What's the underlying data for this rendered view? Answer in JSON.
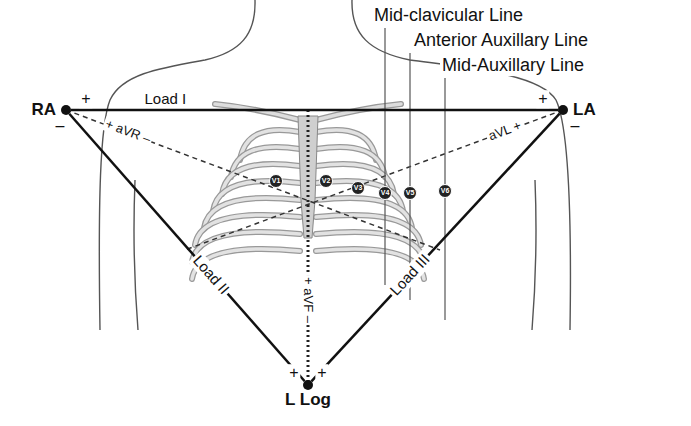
{
  "diagram": {
    "nodes": [
      {
        "text": [
          "RA"
        ]
      },
      {
        "text": [
          "LA"
        ]
      },
      {
        "text": [
          "L Log"
        ]
      },
      {
        "text": [
          "V1"
        ]
      },
      {
        "text": [
          "V2"
        ]
      },
      {
        "text": [
          "V3"
        ]
      },
      {
        "text": [
          "V4"
        ]
      },
      {
        "text": [
          "V5"
        ]
      },
      {
        "text": [
          "V6"
        ]
      }
    ],
    "edges": [
      {
        "from": 0,
        "to": 1,
        "arrow": "none",
        "label": "Load I"
      },
      {
        "from": 0,
        "to": 2,
        "arrow": "none",
        "label": "Load II"
      },
      {
        "from": 1,
        "to": 2,
        "arrow": "none",
        "label": "Load III"
      }
    ],
    "labels": [
      "Mid-clavicular Line",
      "Anterior Auxillary Line",
      "Mid-Auxillary Line",
      "+",
      "–",
      "+",
      "–",
      "+",
      "+",
      "+ aVR –",
      "aVL +",
      "+ aVF –"
    ]
  }
}
